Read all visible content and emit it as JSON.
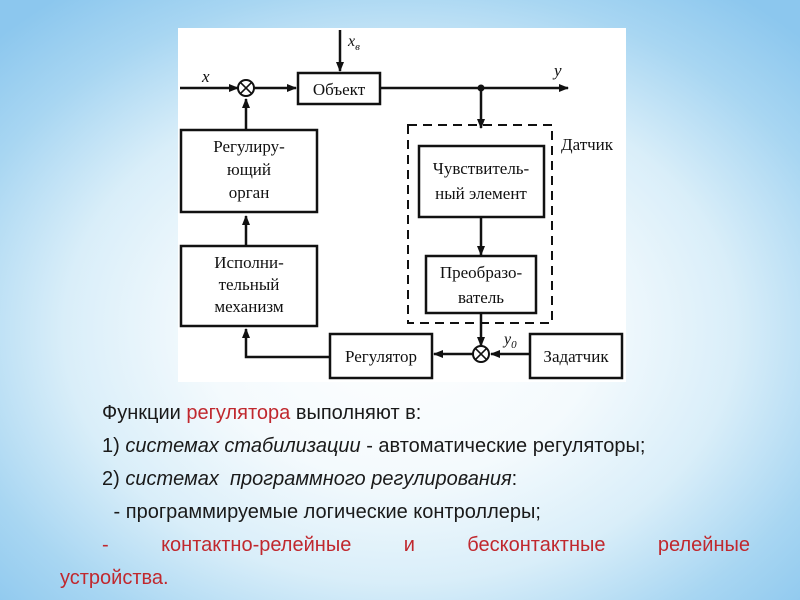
{
  "diagram": {
    "input_x": "x",
    "disturbance": "x",
    "disturbance_sub": "в",
    "output_y": "y",
    "object": "Объект",
    "sensor_group": "Датчик",
    "sensitive_element": [
      "Чувствитель-",
      "ный элемент"
    ],
    "converter": [
      "Преобразо-",
      "ватель"
    ],
    "setpoint_label": "y",
    "setpoint_sub": "0",
    "setter": "Задатчик",
    "regulator": "Регулятор",
    "actuator": [
      "Исполни-",
      "тельный",
      "механизм"
    ],
    "regulating_organ": [
      "Регулиру-",
      "ющий",
      "орган"
    ]
  },
  "text": {
    "line1_a": "Функции ",
    "line1_b": "регулятора",
    "line1_c": " выполняют в:",
    "line2_a": "1) ",
    "line2_b": "системах стабилизации",
    "line2_c": " - автоматические регуляторы;",
    "line3_a": "2) ",
    "line3_b": "системах  программного регулирования",
    "line3_c": ":",
    "line4": " - программируемые логические контроллеры;",
    "line5_words": [
      "-",
      "контактно-релейные",
      "и",
      "бесконтактные",
      "релейные"
    ],
    "line6": "устройства."
  },
  "colors": {
    "accent_red": "#c0282e",
    "text": "#1a1a1a"
  }
}
